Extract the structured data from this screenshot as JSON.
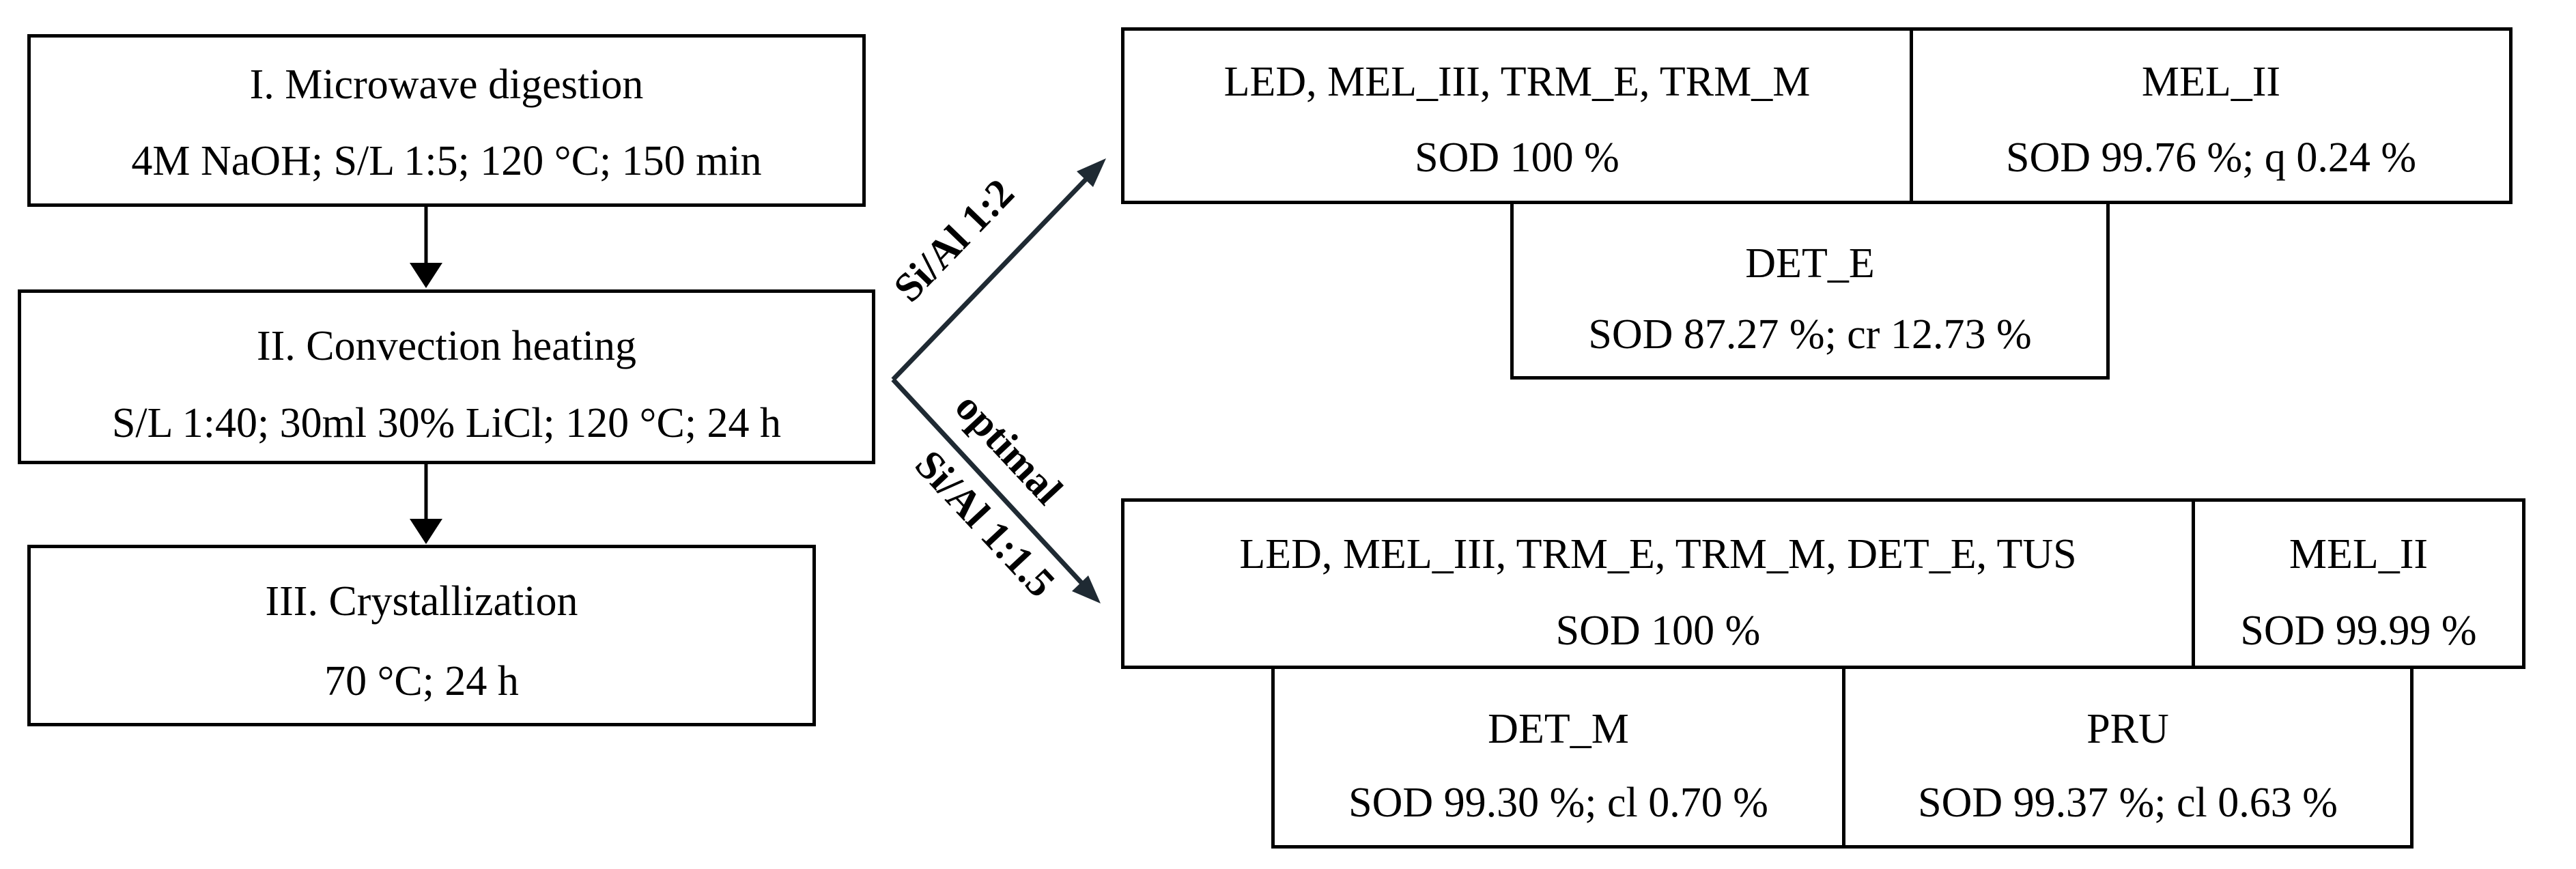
{
  "steps": [
    {
      "title": "I. Microwave digestion",
      "detail": "4M NaOH; S/L 1:5; 120 °C; 150 min"
    },
    {
      "title": "II. Convection heating",
      "detail": "S/L 1:40; 30ml 30% LiCl; 120 °C; 24 h"
    },
    {
      "title": "III. Crystallization",
      "detail": "70 °C; 24 h"
    }
  ],
  "branches": {
    "upper_label": "Si/Al 1:2",
    "lower_label": "Si/Al 1:1.5",
    "lower_note": "optimal"
  },
  "upper": {
    "box1": {
      "name": "LED, MEL_III, TRM_E, TRM_M",
      "result": "SOD 100 %"
    },
    "box2": {
      "name": "MEL_II",
      "result": "SOD 99.76 %; q 0.24 %"
    },
    "box3": {
      "name": "DET_E",
      "result": "SOD 87.27 %; cr 12.73 %"
    }
  },
  "lower": {
    "box1": {
      "name": "LED, MEL_III, TRM_E, TRM_M, DET_E, TUS",
      "result": "SOD 100 %"
    },
    "box2": {
      "name": "MEL_II",
      "result": "SOD 99.99 %"
    },
    "box3": {
      "name": "DET_M",
      "result": "SOD 99.30 %; cl 0.70 %"
    },
    "box4": {
      "name": "PRU",
      "result": "SOD 99.37 %; cl 0.63 %"
    }
  }
}
